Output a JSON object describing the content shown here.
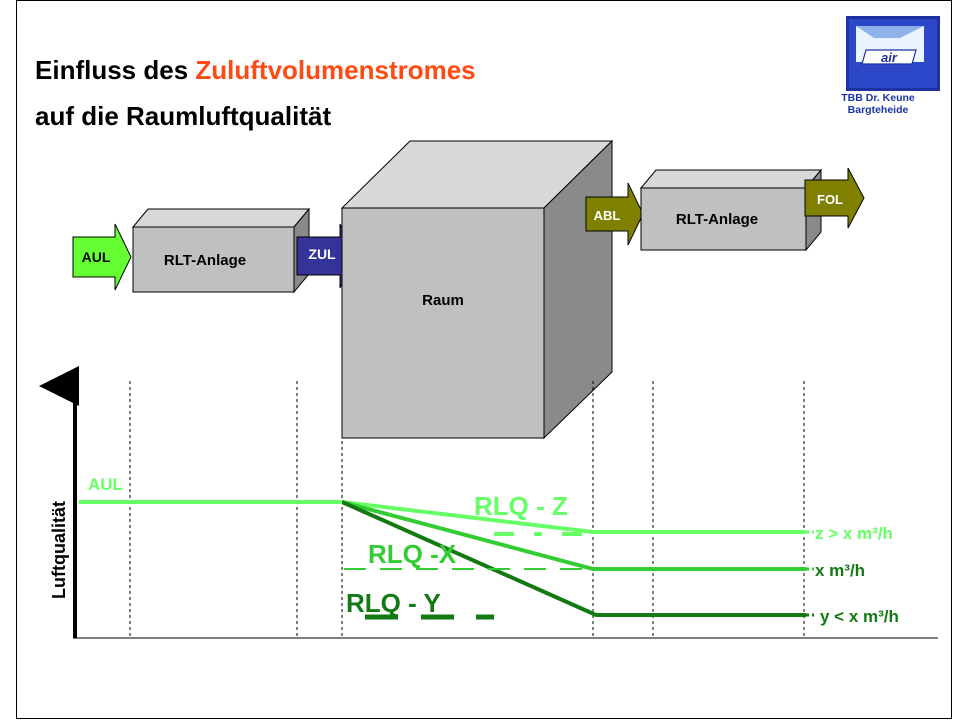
{
  "title": {
    "line1_prefix": "Einfluss des ",
    "line1_accent": "Zuluftvolumenstromes",
    "line2": "auf die Raumluftqualität"
  },
  "logo": {
    "text": "air",
    "caption_line1": "TBB Dr. Keune",
    "caption_line2": "Bargteheide"
  },
  "arrows": {
    "aul": "AUL",
    "zul": "ZUL",
    "abl": "ABL",
    "fol": "FOL"
  },
  "boxes": {
    "rlt_left": "RLT-Anlage",
    "raum": "Raum",
    "rlt_right": "RLT-Anlage"
  },
  "chart": {
    "y_axis_label": "Luftqualität",
    "start_label": "AUL",
    "rlq_z": "RLQ - Z",
    "rlq_x": "RLQ -X",
    "rlq_y": "RLQ - Y",
    "label_z": "z > x m³/h",
    "label_x": "x m³/h",
    "label_y": "y < x m³/h"
  },
  "colors": {
    "title_accent": "#ff4a12",
    "aul_arrow": "#66ff33",
    "zul_arrow": "#33339a",
    "abl_fol_arrow": "#808000",
    "line_z": "#66ff66",
    "line_x": "#33cc33",
    "line_y": "#137a13",
    "box_front": "#c0c0c0",
    "box_top": "#d8d8d8",
    "box_side": "#8a8a8a"
  }
}
